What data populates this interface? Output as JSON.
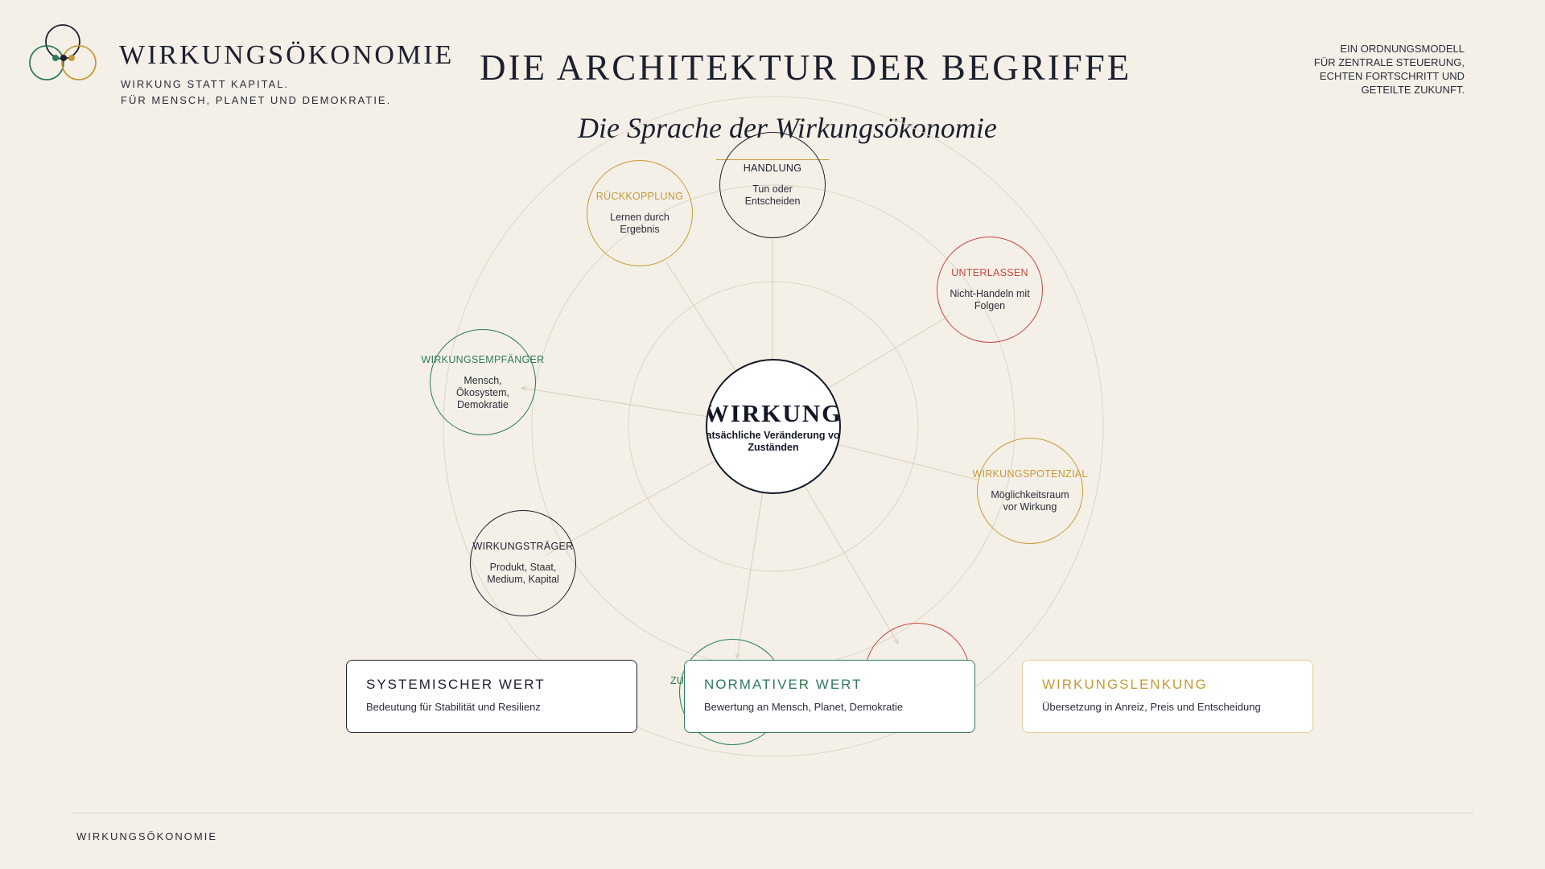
{
  "brand": {
    "title": "WIRKUNGSÖKONOMIE",
    "subtitle_line1": "WIRKUNG STATT KAPITAL.",
    "subtitle_line2": "FÜR MENSCH, PLANET UND DEMOKRATIE."
  },
  "page": {
    "title": "DIE ARCHITEKTUR DER BEGRIFFE",
    "subtitle": "Die Sprache der Wirkungsökonomie"
  },
  "tagline": {
    "line1": "EIN ORDNUNGSMODELL",
    "line2": "FÜR ZENTRALE STEUERUNG,",
    "line3": "ECHTEN FORTSCHRITT UND",
    "line4": "GETEILTE ZUKUNFT."
  },
  "colors": {
    "ink": "#1c1f2e",
    "gold": "#c79a35",
    "red": "#c9463d",
    "green": "#2e7a56",
    "background": "#f4f0e8",
    "ring": "#ddd5c0"
  },
  "center": {
    "title": "WIRKUNG",
    "description": "Tatsächliche Veränderung von Zuständen"
  },
  "nodes": [
    {
      "id": "handlung",
      "title": "HANDLUNG",
      "description": "Tun oder\nEntscheiden",
      "color": "ink"
    },
    {
      "id": "rueckkopplung",
      "title": "RÜCKKOPPLUNG",
      "description": "Lernen durch\nErgebnis",
      "color": "gold"
    },
    {
      "id": "unterlassen",
      "title": "UNTERLASSEN",
      "description": "Nicht-Handeln mit\nFolgen",
      "color": "red"
    },
    {
      "id": "wirkungsempfaenger",
      "title": "WIRKUNGSEMPFÄNGER",
      "description": "Mensch,\nÖkosystem,\nDemokratie",
      "color": "green"
    },
    {
      "id": "wirkungspotenzial",
      "title": "WIRKUNGSPOTENZIAL",
      "description": "Möglichkeitsraum\nvor Wirkung",
      "color": "gold"
    },
    {
      "id": "wirkungstraeger",
      "title": "WIRKUNGSTRÄGER",
      "description": "Produkt, Staat,\nMedium, Kapital",
      "color": "ink"
    },
    {
      "id": "zustand",
      "title": "ZU",
      "description": "",
      "color": "green"
    },
    {
      "id": "hidden-red",
      "title": "",
      "description": "",
      "color": "red"
    }
  ],
  "cards": [
    {
      "id": "systemischer-wert",
      "title": "SYSTEMISCHER WERT",
      "description": "Bedeutung für Stabilität und Resilienz",
      "color": "ink"
    },
    {
      "id": "normativer-wert",
      "title": "NORMATIVER WERT",
      "description": "Bewertung an Mensch, Planet, Demokratie",
      "color": "green"
    },
    {
      "id": "wirkungslenkung",
      "title": "WIRKUNGSLENKUNG",
      "description": "Übersetzung in Anreiz, Preis und Entscheidung",
      "color": "gold"
    }
  ],
  "footer": {
    "text": "WIRKUNGSÖKONOMIE"
  }
}
